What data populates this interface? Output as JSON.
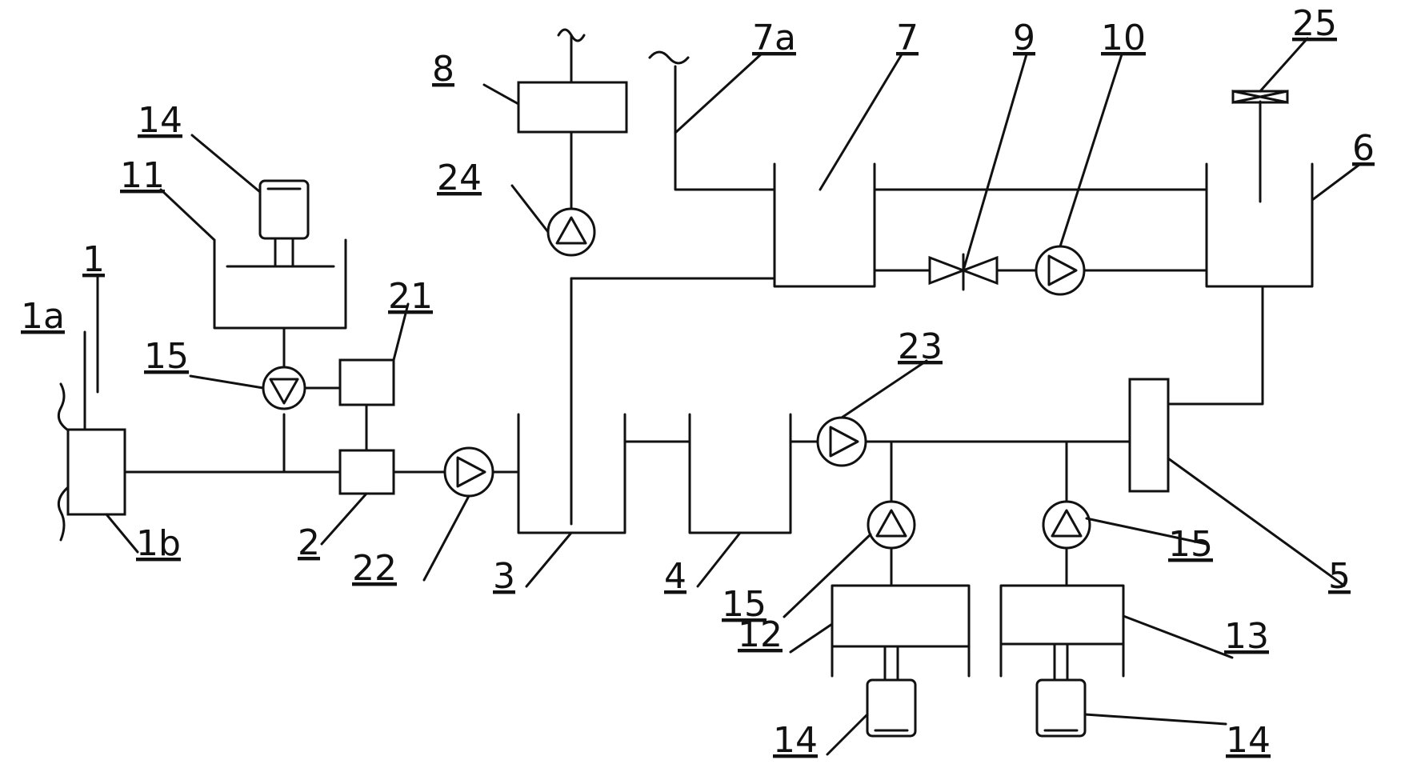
{
  "labels": {
    "l1": "1",
    "l1a": "1a",
    "l1b": "1b",
    "l2": "2",
    "l3": "3",
    "l4": "4",
    "l5": "5",
    "l6": "6",
    "l7": "7",
    "l7a": "7a",
    "l8": "8",
    "l9": "9",
    "l10": "10",
    "l11": "11",
    "l12": "12",
    "l13": "13",
    "l14_top": "14",
    "l14_bl": "14",
    "l14_br": "14",
    "l15_left": "15",
    "l15_mid": "15",
    "l15_right": "15",
    "l21": "21",
    "l22": "22",
    "l23": "23",
    "l24": "24",
    "l25": "25"
  },
  "colors": {
    "ink": "#111111",
    "background": "#ffffff"
  }
}
